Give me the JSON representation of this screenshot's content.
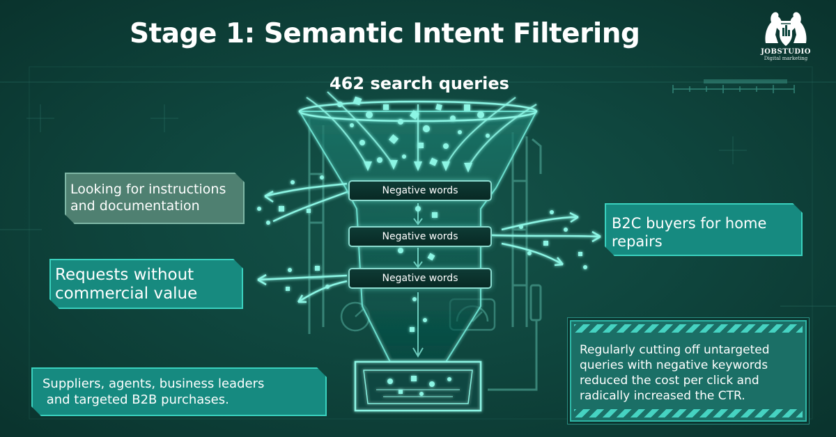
{
  "title": "Stage 1: Semantic Intent Filtering",
  "funnel": {
    "input_label": "462 search queries",
    "filters": [
      "Negative words",
      "Negative words",
      "Negative words"
    ]
  },
  "segments": {
    "instructions": [
      "Looking for instructions",
      "and documentation"
    ],
    "no_commercial_value": [
      "Requests without",
      "commercial value"
    ],
    "b2c": [
      "B2C buyers for home",
      "repairs"
    ],
    "targeted_b2b": [
      "Suppliers, agents, business leaders",
      " and targeted B2B purchases."
    ]
  },
  "note": {
    "lines": [
      "Regularly cutting off untargeted",
      "queries with negative keywords",
      "reduced the cost per click and",
      "radically increased the CTR."
    ]
  },
  "brand": {
    "name": "JOBSTUDIO",
    "tagline": "Digital marketing"
  },
  "colors": {
    "background": "#0f463e",
    "accent": "#3ad2bf",
    "highlight_box": "#168a80",
    "muted_box": "#4f8071",
    "glow": "#8cf5e4"
  }
}
